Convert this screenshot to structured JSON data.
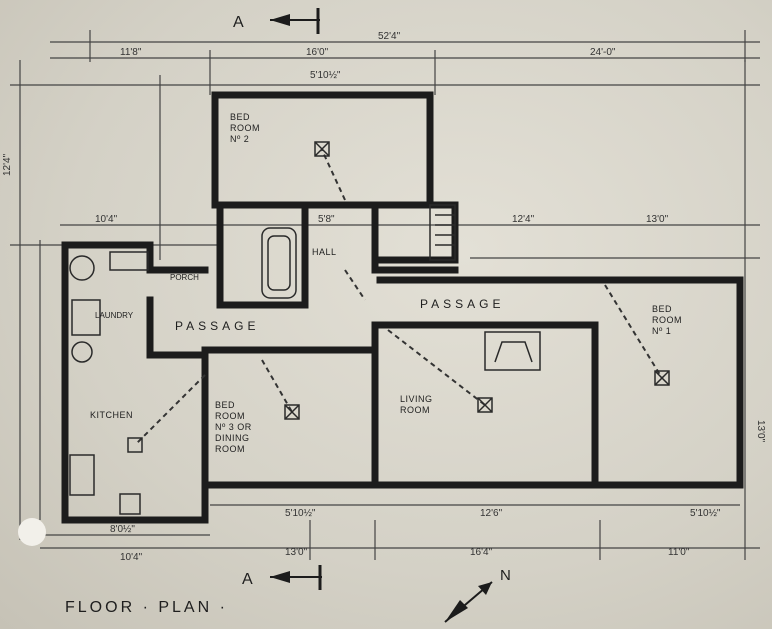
{
  "title": "FLOOR · PLAN ·",
  "section_marker": "A",
  "north": "N",
  "rooms": {
    "bed2": [
      "BED",
      "ROOM",
      "Nº 2"
    ],
    "bed1": [
      "BED",
      "ROOM",
      "Nº 1"
    ],
    "bed3": [
      "BED",
      "ROOM",
      "Nº 3 OR",
      "DINING",
      "ROOM"
    ],
    "living": [
      "LIVING",
      "ROOM"
    ],
    "kitchen": "KITCHEN",
    "hall": "HALL",
    "passage_left": "PASSAGE",
    "passage_right": "PASSAGE",
    "porch": "PORCH",
    "laundry": "LAUNDRY"
  },
  "dimensions": {
    "overall": "52'4\"",
    "top_left": "11'8\"",
    "top_mid": "16'0\"",
    "top_right": "24'-0\"",
    "bed2_width": "5'10½\"",
    "mid_left": "10'4\"",
    "mid_a": "5'8\"",
    "mid_b": "12'4\"",
    "mid_c": "13'0\"",
    "bot_left_a": "8'0½\"",
    "bot_left": "10'4\"",
    "bot_mid": "13'0\"",
    "bot_a": "16'4\"",
    "bot_b": "5'10½\"",
    "bot_c": "12'6\"",
    "bot_right": "5'10½\"",
    "bot_far": "11'0\"",
    "left_a": "12'4\"",
    "right_a": "13'0\""
  }
}
